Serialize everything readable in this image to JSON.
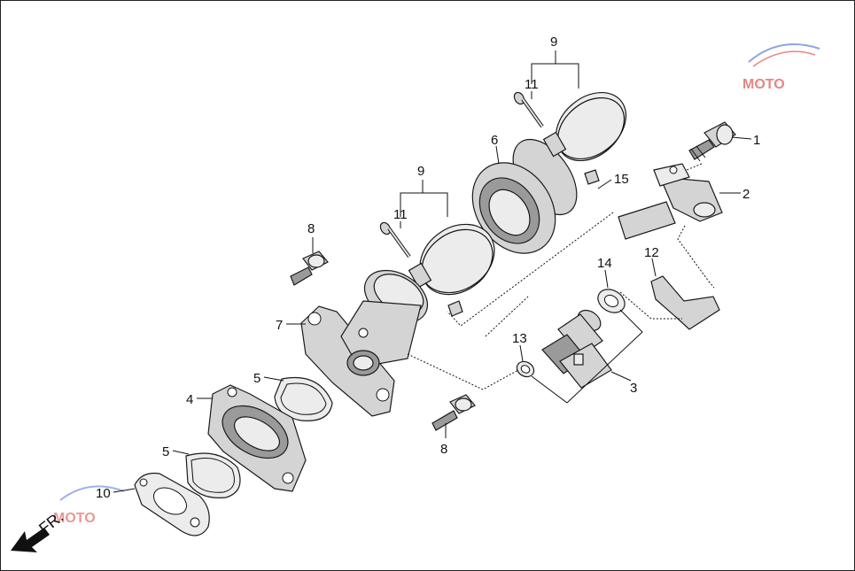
{
  "callouts": [
    {
      "id": "c1",
      "text": "1"
    },
    {
      "id": "c2",
      "text": "2"
    },
    {
      "id": "c3",
      "text": "3"
    },
    {
      "id": "c4",
      "text": "4"
    },
    {
      "id": "c5a",
      "text": "5"
    },
    {
      "id": "c5b",
      "text": "5"
    },
    {
      "id": "c6",
      "text": "6"
    },
    {
      "id": "c7",
      "text": "7"
    },
    {
      "id": "c8a",
      "text": "8"
    },
    {
      "id": "c8b",
      "text": "8"
    },
    {
      "id": "c9a",
      "text": "9"
    },
    {
      "id": "c9b",
      "text": "9"
    },
    {
      "id": "c10",
      "text": "10"
    },
    {
      "id": "c11a",
      "text": "11"
    },
    {
      "id": "c11b",
      "text": "11"
    },
    {
      "id": "c12",
      "text": "12"
    },
    {
      "id": "c13",
      "text": "13"
    },
    {
      "id": "c14",
      "text": "14"
    },
    {
      "id": "c15",
      "text": "15"
    }
  ],
  "front_label": "FR.",
  "colors": {
    "watermark_red": "#d9534f",
    "watermark_blue": "#5b7fd6"
  }
}
